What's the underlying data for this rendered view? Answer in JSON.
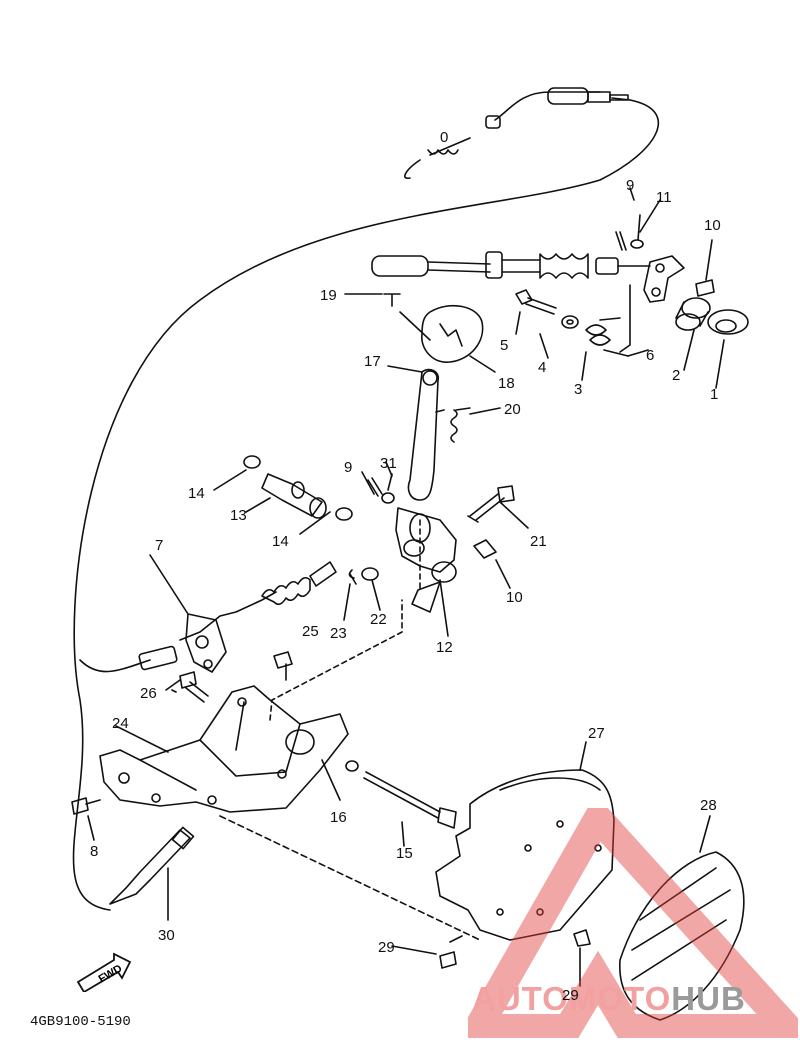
{
  "diagram": {
    "catalog_number": "4GB9100-5190",
    "fwd_label": "FWD",
    "watermark": {
      "part_a": "AUTOMOTO",
      "part_b": "HUB",
      "accent_color": "#e23b3b"
    },
    "callouts": [
      {
        "id": "c0",
        "label": "0"
      },
      {
        "id": "c1",
        "label": "1"
      },
      {
        "id": "c2",
        "label": "2"
      },
      {
        "id": "c3",
        "label": "3"
      },
      {
        "id": "c4",
        "label": "4"
      },
      {
        "id": "c5",
        "label": "5"
      },
      {
        "id": "c6",
        "label": "6"
      },
      {
        "id": "c7",
        "label": "7"
      },
      {
        "id": "c8",
        "label": "8"
      },
      {
        "id": "c9a",
        "label": "9"
      },
      {
        "id": "c9b",
        "label": "9"
      },
      {
        "id": "c10a",
        "label": "10"
      },
      {
        "id": "c10b",
        "label": "10"
      },
      {
        "id": "c11",
        "label": "11"
      },
      {
        "id": "c12",
        "label": "12"
      },
      {
        "id": "c13",
        "label": "13"
      },
      {
        "id": "c14a",
        "label": "14"
      },
      {
        "id": "c14b",
        "label": "14"
      },
      {
        "id": "c15",
        "label": "15"
      },
      {
        "id": "c16",
        "label": "16"
      },
      {
        "id": "c17",
        "label": "17"
      },
      {
        "id": "c18",
        "label": "18"
      },
      {
        "id": "c19",
        "label": "19"
      },
      {
        "id": "c20",
        "label": "20"
      },
      {
        "id": "c21",
        "label": "21"
      },
      {
        "id": "c22",
        "label": "22"
      },
      {
        "id": "c23",
        "label": "23"
      },
      {
        "id": "c24",
        "label": "24"
      },
      {
        "id": "c25",
        "label": "25"
      },
      {
        "id": "c26",
        "label": "26"
      },
      {
        "id": "c27",
        "label": "27"
      },
      {
        "id": "c28",
        "label": "28"
      },
      {
        "id": "c29a",
        "label": "29"
      },
      {
        "id": "c29b",
        "label": "29"
      },
      {
        "id": "c30",
        "label": "30"
      },
      {
        "id": "c31",
        "label": "31"
      }
    ]
  }
}
